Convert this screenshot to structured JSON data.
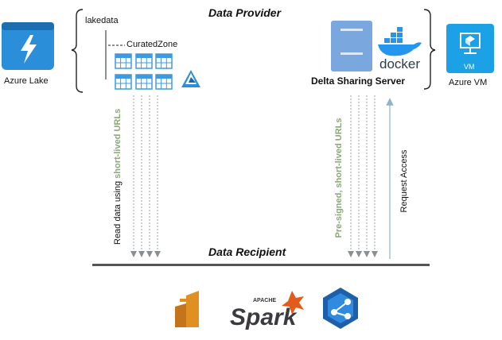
{
  "titles": {
    "provider": "Data Provider",
    "recipient": "Data Recipient"
  },
  "azure_lake": {
    "label": "Azure Lake",
    "icon": "lightning-icon",
    "color": "#1e90d6"
  },
  "storage": {
    "container": "lakedata",
    "folder": "CuratedZone"
  },
  "server": {
    "label": "Delta Sharing Server",
    "docker_text": "docker"
  },
  "azure_vm": {
    "label": "Azure VM",
    "badge": "VM",
    "color": "#1da1e6"
  },
  "flows": {
    "read_prefix": "Read data using ",
    "read_highlight": "short-lived URLs",
    "presigned": "Pre-signed, short-lived URLs",
    "request": "Request Access"
  },
  "logos": {
    "spark_apache": "APACHE",
    "spark": "Spark"
  },
  "colors": {
    "dotted_arrow": "#9aa0a6",
    "request_arrow": "#8fb3c8",
    "green_text": "#8aa878",
    "baseline": "#555555",
    "grid_table": "#3f9be0"
  }
}
